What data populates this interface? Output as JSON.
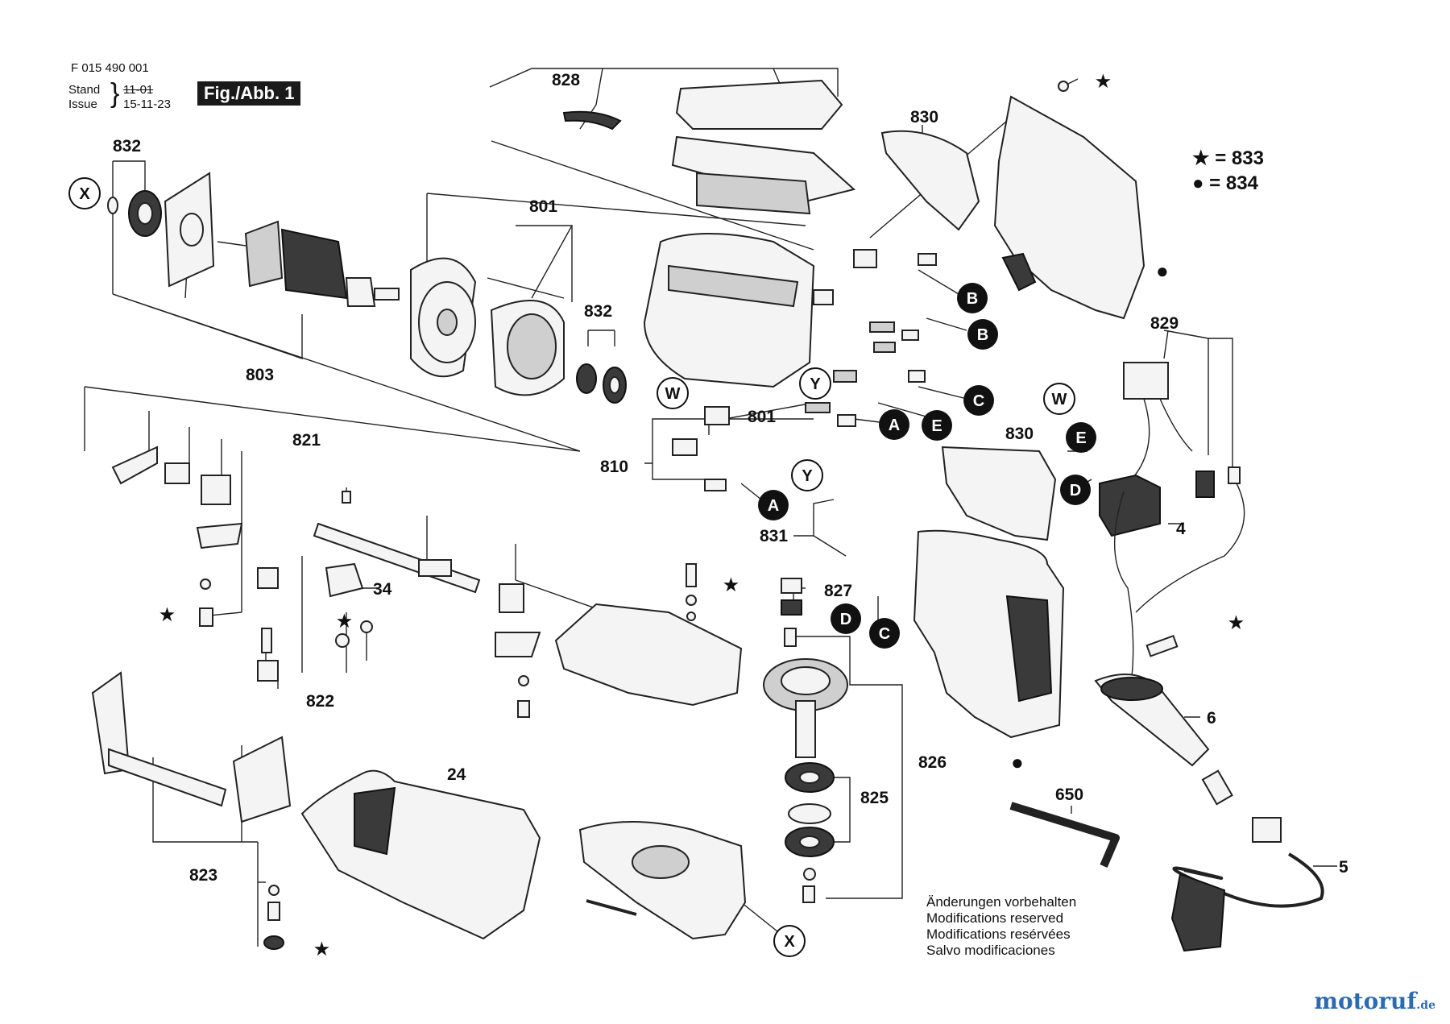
{
  "header": {
    "doc_number": "F 015 490 001",
    "stand_label": "Stand",
    "issue_label": "Issue",
    "stand_old": "11-01",
    "issue_date": "15-11-23",
    "figure_label": "Fig./Abb. 1"
  },
  "legend": [
    {
      "symbol": "★",
      "symbol_name": "star-icon",
      "part": "= 833"
    },
    {
      "symbol": "●",
      "symbol_name": "dot-icon",
      "part": "= 834"
    }
  ],
  "part_numbers": {
    "p828": "828",
    "p830a": "830",
    "p830b": "830",
    "p832a": "832",
    "p832b": "832",
    "p801a": "801",
    "p801b": "801",
    "p803": "803",
    "p829": "829",
    "p821": "821",
    "p810": "810",
    "p831": "831",
    "p827": "827",
    "p34": "34",
    "p822": "822",
    "p826": "826",
    "p825": "825",
    "p823": "823",
    "p24": "24",
    "p650": "650",
    "p6": "6",
    "p5": "5",
    "p4": "4"
  },
  "connectors": {
    "A1": "A",
    "A2": "A",
    "B1": "B",
    "B2": "B",
    "C1": "C",
    "C2": "C",
    "D1": "D",
    "D2": "D",
    "E1": "E",
    "E2": "E",
    "W1": "W",
    "W2": "W",
    "X1": "X",
    "X2": "X",
    "Y1": "Y",
    "Y2": "Y"
  },
  "notes": [
    "Änderungen vorbehalten",
    "Modifications reserved",
    "Modifications resérvées",
    "Salvo modificaciones"
  ],
  "watermark": {
    "name": "motoruf",
    "tld": ".de"
  }
}
